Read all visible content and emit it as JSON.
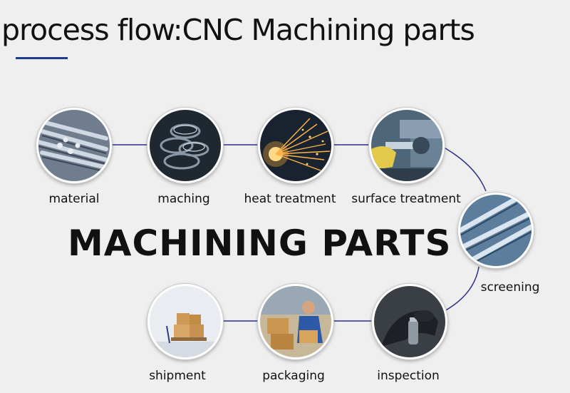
{
  "title": "process flow:CNC Machining parts",
  "headline": "MACHINING PARTS",
  "accent_color": "#1f3b8a",
  "connector_color": "#2e2f8f",
  "steps": [
    {
      "label": "material",
      "icon": "steel-bars-icon"
    },
    {
      "label": "maching",
      "icon": "machined-coils-icon"
    },
    {
      "label": "heat treatment",
      "icon": "sparks-icon"
    },
    {
      "label": "surface treatment",
      "icon": "lathe-icon"
    },
    {
      "label": "screening",
      "icon": "metal-tubes-icon"
    },
    {
      "label": "inspection",
      "icon": "gloved-hand-icon"
    },
    {
      "label": "packaging",
      "icon": "warehouse-worker-icon"
    },
    {
      "label": "shipment",
      "icon": "boxes-on-pallet-icon"
    }
  ]
}
